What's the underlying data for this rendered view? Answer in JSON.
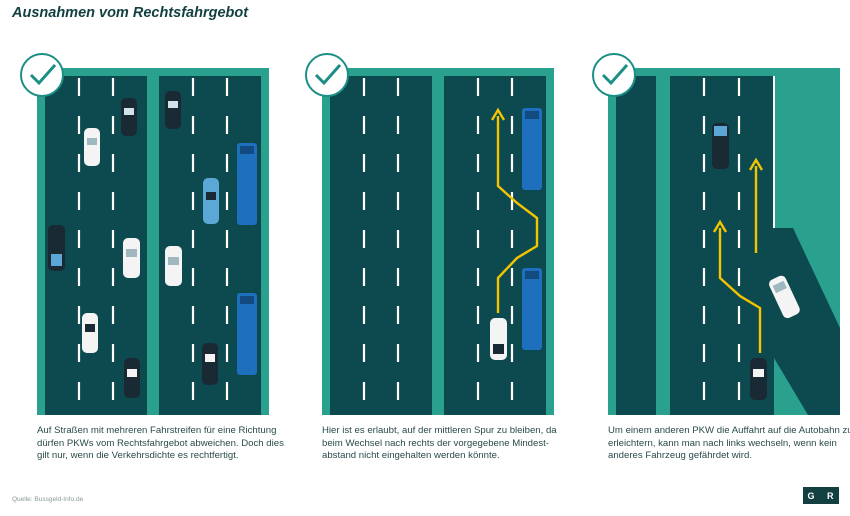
{
  "title": "Ausnahmen vom Rechtsfahrgebot",
  "panels": [
    {
      "caption": [
        "Auf Straßen mit mehreren Fahrstreifen für eine Richtung",
        "dürfen PKWs vom Rechtsfahrgebot abweichen. Doch dies",
        "gilt nur, wenn die Verkehrsdichte es rechtfertigt."
      ]
    },
    {
      "caption": [
        "Hier ist es erlaubt, auf der mittleren Spur zu bleiben, da",
        "beim Wechsel nach rechts der vorgegebene Mindest-",
        "abstand nicht eingehalten werden könnte."
      ]
    },
    {
      "caption": [
        "Um einem anderen PKW die Auffahrt auf die Autobahn zu",
        "erleichtern, kann man nach links wechseln, wenn kein",
        "anderes Fahrzeug gefährdet wird."
      ]
    }
  ],
  "source": "Quelle: Bussgeld-Info.de",
  "logo": "G R",
  "icons": {
    "badge": "checkmark-icon"
  },
  "colors": {
    "road": "#0d4a4f",
    "border": "#2aa18f",
    "lane_mark": "#ffffff",
    "arrow": "#f2c500",
    "truck": "#1f6fbf",
    "title": "#123f3f"
  }
}
